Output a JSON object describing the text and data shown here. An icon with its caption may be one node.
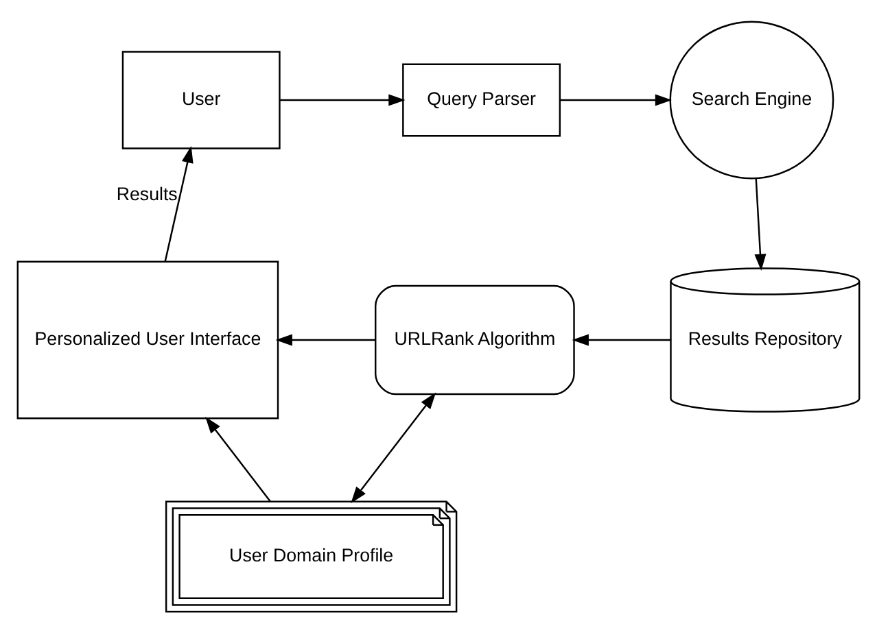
{
  "diagram": {
    "nodes": [
      {
        "text": [
          "User"
        ]
      },
      {
        "text": [
          "Query Parser"
        ]
      },
      {
        "text": [
          "Search Engine"
        ]
      },
      {
        "text": [
          "Results Repository"
        ]
      },
      {
        "text": [
          "URLRank Algorithm"
        ]
      },
      {
        "text": [
          "Personalized User Interface"
        ]
      },
      {
        "text": [
          "User Domain Profile"
        ]
      }
    ],
    "edges": [
      {
        "from": 0,
        "to": 1,
        "arrow": "to"
      },
      {
        "from": 1,
        "to": 2,
        "arrow": "to"
      },
      {
        "from": 2,
        "to": 3,
        "arrow": "to"
      },
      {
        "from": 3,
        "to": 4,
        "arrow": "to"
      },
      {
        "from": 4,
        "to": 5,
        "arrow": "to"
      },
      {
        "from": 5,
        "to": 0,
        "arrow": "to",
        "label": "Results"
      },
      {
        "from": 4,
        "to": 6,
        "arrow": "both"
      },
      {
        "from": 6,
        "to": 5,
        "arrow": "to"
      }
    ]
  }
}
